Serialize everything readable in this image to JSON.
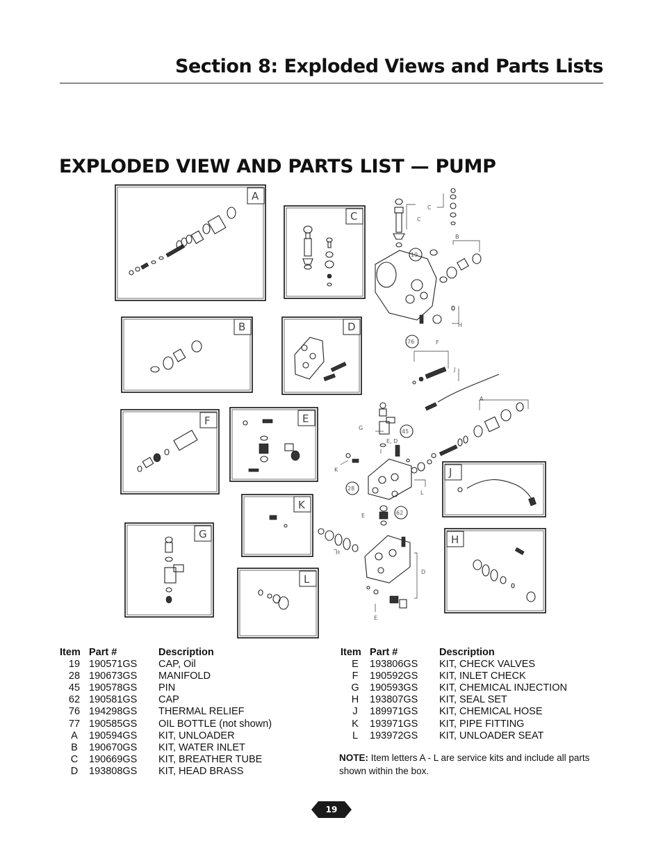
{
  "header": {
    "section_title": "Section 8: Exploded Views and Parts Lists"
  },
  "page_heading": "EXPLODED VIEW AND PARTS LIST — PUMP",
  "diagram": {
    "kit_labels": [
      "A",
      "B",
      "C",
      "D",
      "E",
      "F",
      "G",
      "H",
      "J",
      "K",
      "L"
    ],
    "callouts": [
      "19",
      "76",
      "45",
      "28",
      "62"
    ],
    "pointer_letters": [
      "C",
      "C",
      "B",
      "H",
      "F",
      "J",
      "A",
      "G",
      "E, D",
      "K",
      "L",
      "E",
      "H",
      "D",
      "E"
    ]
  },
  "parts_table_left": {
    "headers": [
      "Item",
      "Part #",
      "Description"
    ],
    "rows": [
      [
        "19",
        "190571GS",
        "CAP, Oil"
      ],
      [
        "28",
        "190673GS",
        "MANIFOLD"
      ],
      [
        "45",
        "190578GS",
        "PIN"
      ],
      [
        "62",
        "190581GS",
        "CAP"
      ],
      [
        "76",
        "194298GS",
        "THERMAL RELIEF"
      ],
      [
        "77",
        "190585GS",
        "OIL BOTTLE (not shown)"
      ],
      [
        "A",
        "190594GS",
        "KIT, UNLOADER"
      ],
      [
        "B",
        "190670GS",
        "KIT, WATER INLET"
      ],
      [
        "C",
        "190669GS",
        "KIT, BREATHER TUBE"
      ],
      [
        "D",
        "193808GS",
        "KIT, HEAD BRASS"
      ]
    ]
  },
  "parts_table_right": {
    "headers": [
      "Item",
      "Part #",
      "Description"
    ],
    "rows": [
      [
        "E",
        "193806GS",
        "KIT, CHECK VALVES"
      ],
      [
        "F",
        "190592GS",
        "KIT, INLET CHECK"
      ],
      [
        "G",
        "190593GS",
        "KIT, CHEMICAL INJECTION"
      ],
      [
        "H",
        "193807GS",
        "KIT, SEAL SET"
      ],
      [
        "J",
        "189971GS",
        "KIT, CHEMICAL HOSE"
      ],
      [
        "K",
        "193971GS",
        "KIT, PIPE FITTING"
      ],
      [
        "L",
        "193972GS",
        "KIT, UNLOADER SEAT"
      ]
    ]
  },
  "note": {
    "label": "NOTE:",
    "text": " Item letters A - L are service kits and include all parts shown within the box."
  },
  "page_number": "19"
}
